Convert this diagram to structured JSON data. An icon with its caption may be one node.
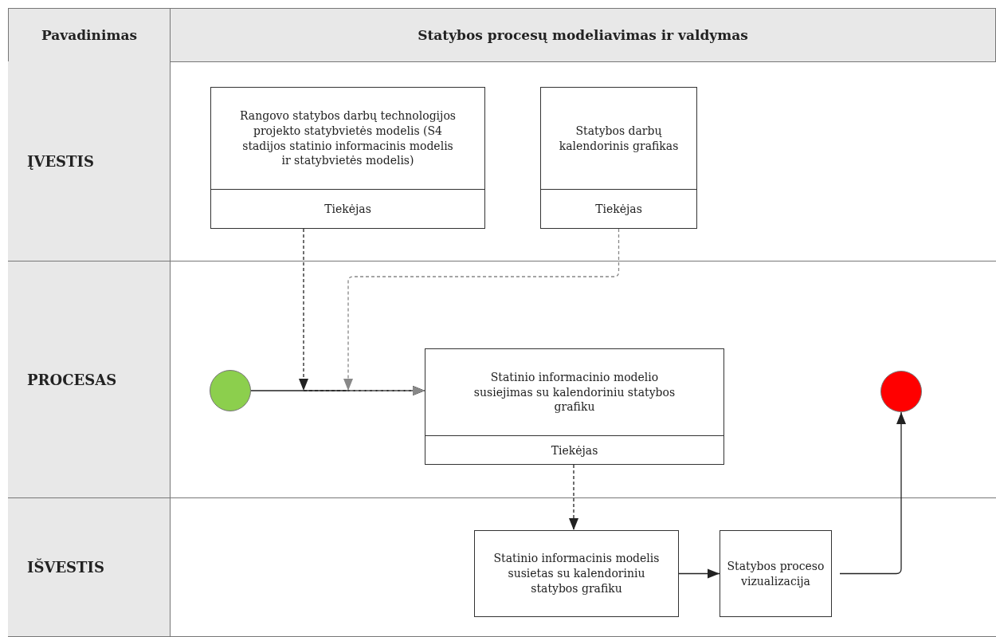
{
  "diagram": {
    "nodes": [
      {
        "text": [
          "ĮVESTIS"
        ]
      },
      {
        "text": [
          "Rangovo statybos darbų technologijos projekto statybvietės modelis (S4 stadijos statinio informacinis modelis ir statybvietės modelis)",
          "Tiekėjas"
        ],
        "in": 0
      },
      {
        "text": [
          "Statybos darbų kalendorinis grafikas",
          "Tiekėjas"
        ],
        "in": 0
      },
      {
        "text": [
          "PROCESAS"
        ]
      },
      {
        "text": [],
        "shape": "circle",
        "in": 3
      },
      {
        "text": [
          "Statinio informacinio modelio susiejimas su kalendoriniu statybos grafiku",
          "Tiekėjas"
        ],
        "in": 3
      },
      {
        "text": [],
        "shape": "circle",
        "in": 3
      },
      {
        "text": [
          "IŠVESTIS"
        ]
      },
      {
        "text": [
          "Statinio informacinis modelis susietas su kalendoriniu statybos grafiku"
        ],
        "in": 7
      },
      {
        "text": [
          "Statybos proceso vizualizacija"
        ],
        "in": 7
      }
    ],
    "edges": [
      {
        "from": 4,
        "to": 5,
        "arrow": "to"
      },
      {
        "from": 1,
        "to": 5,
        "arrow": "to",
        "style": "dashed"
      },
      {
        "from": 2,
        "to": 5,
        "arrow": "to",
        "style": "dashed",
        "color": "#888888"
      },
      {
        "from": 5,
        "to": 8,
        "arrow": "to",
        "style": "dashed"
      },
      {
        "from": 8,
        "to": 9,
        "arrow": "to"
      },
      {
        "from": 9,
        "to": 6,
        "arrow": "to"
      }
    ],
    "labels": [
      "Pavadinimas",
      "Statybos procesų modeliavimas ir valdymas"
    ]
  }
}
